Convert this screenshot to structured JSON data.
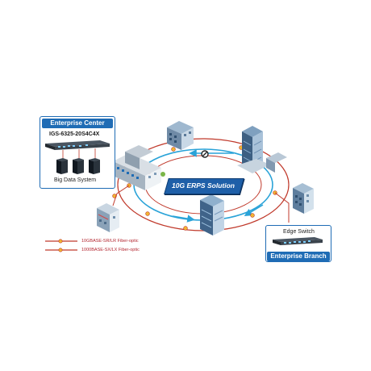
{
  "solution_label": "10G ERPS Solution",
  "enterprise_center": {
    "title": "Enterprise Center",
    "model": "IGS-6325-20S4C4X",
    "caption": "Big Data System"
  },
  "enterprise_branch": {
    "title": "Enterprise Branch",
    "caption": "Edge Switch"
  },
  "legend": [
    {
      "label": "10GBASE-SR/LR Fiber-optic",
      "color": "#c0392b"
    },
    {
      "label": "1000BASE-SX/LX Fiber-optic",
      "color": "#c0392b"
    }
  ],
  "colors": {
    "panel_blue": "#1f6cb5",
    "ring_10g": "#c0392b",
    "ring_1g": "#2aa3d8",
    "fiber_node": "#f2b632",
    "block_symbol": "#222222"
  },
  "icons": {
    "ring_break": "blocked-port-icon",
    "fiber_node": "fiber-connector-icon",
    "buildings": "office-building-icon",
    "servers": "server-tower-icon",
    "switch": "network-switch-icon"
  }
}
